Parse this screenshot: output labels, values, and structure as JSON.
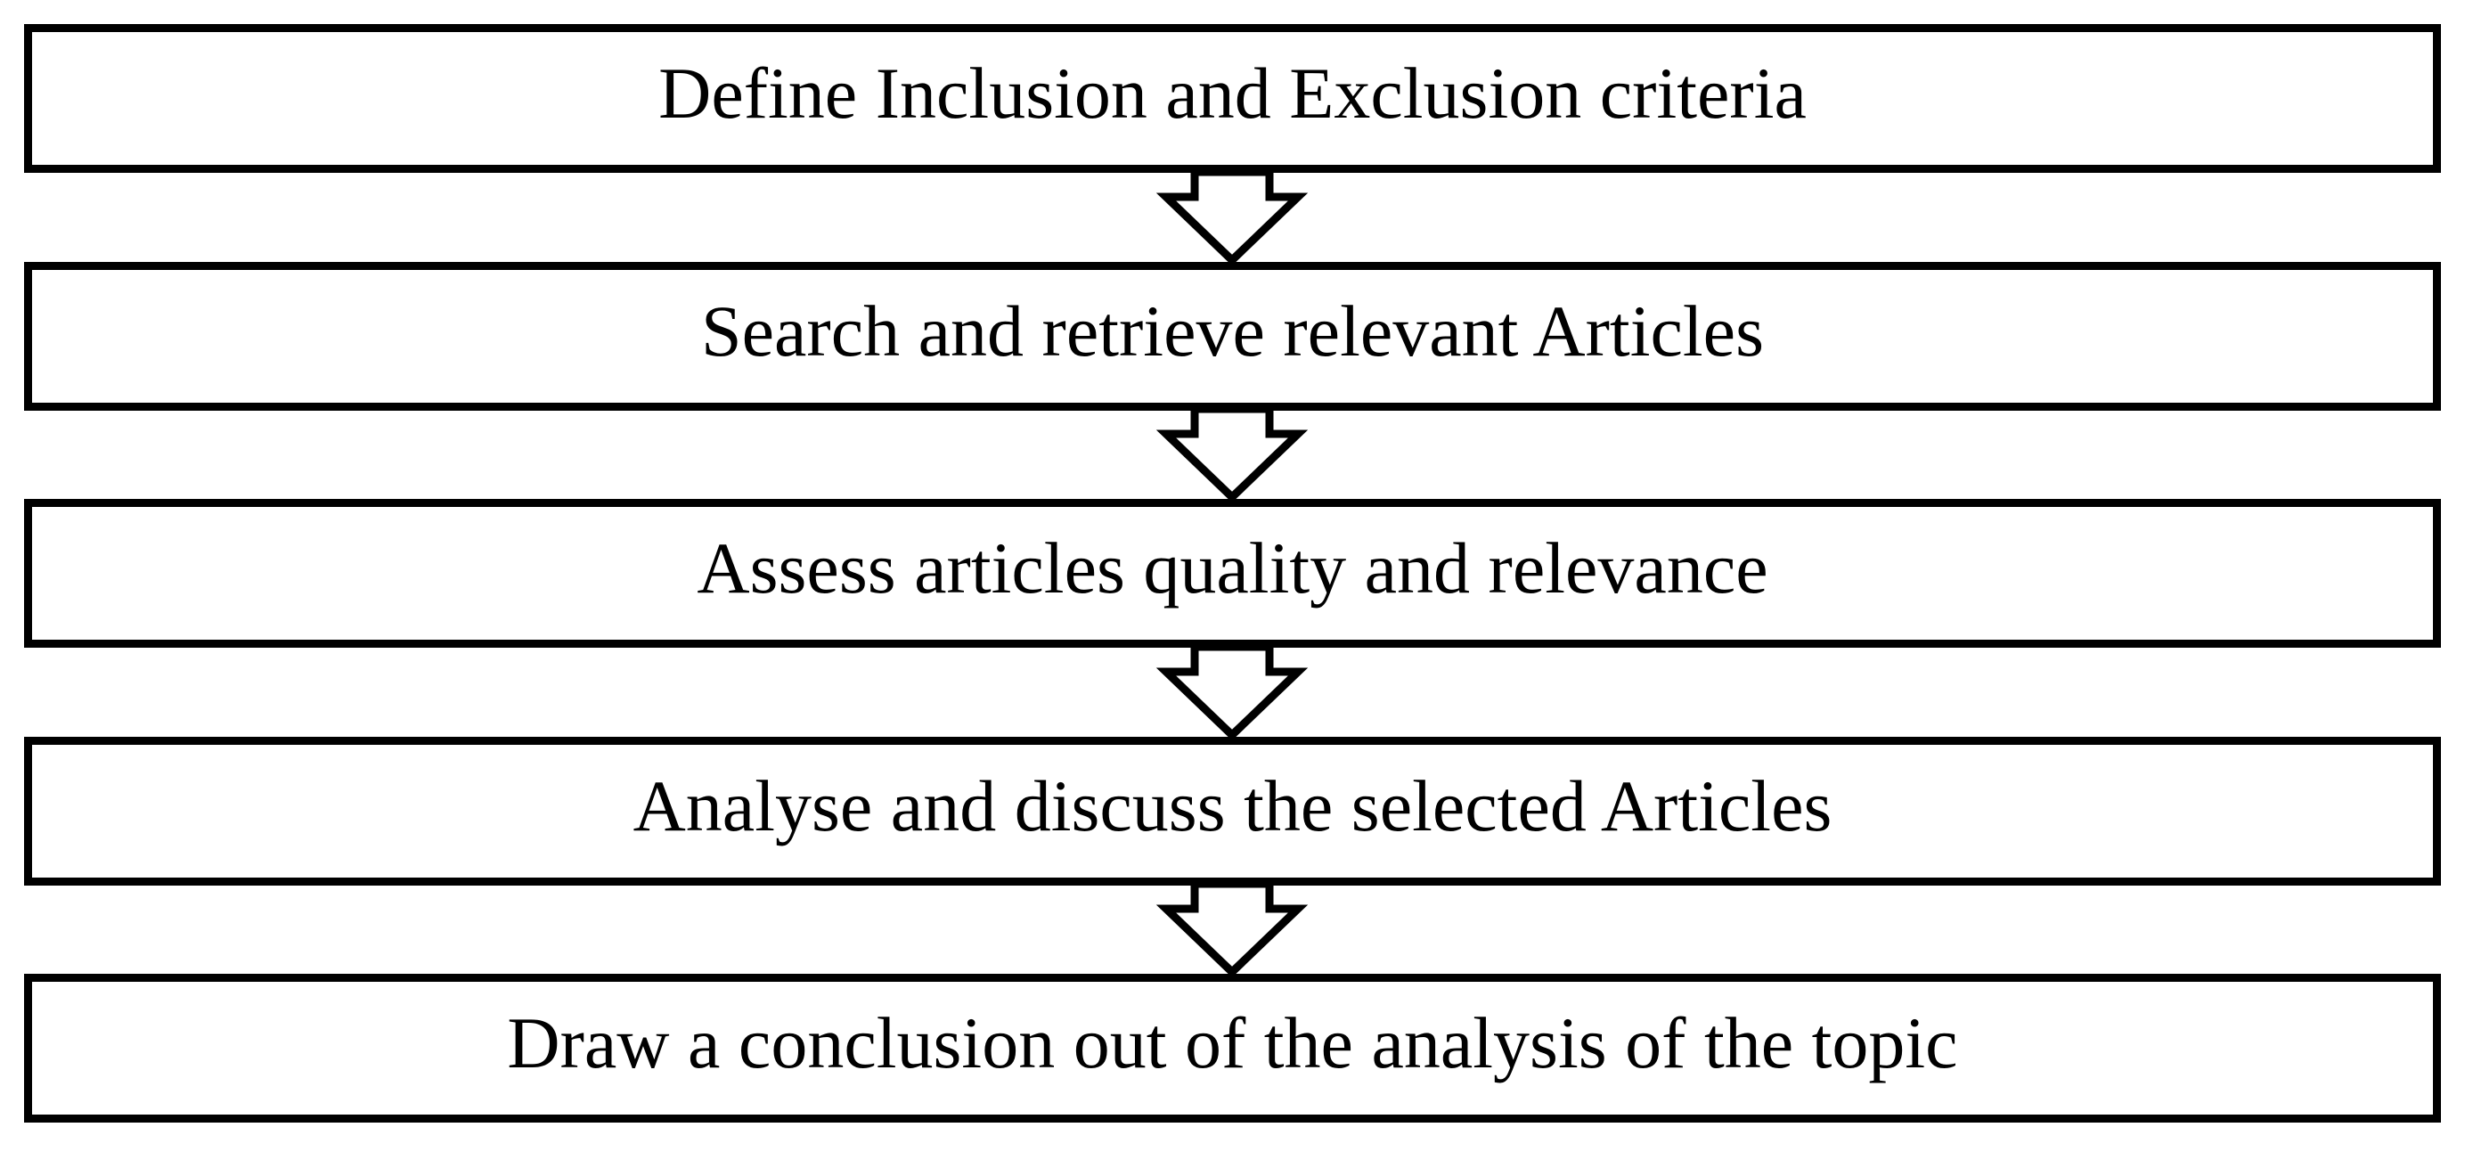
{
  "diagram": {
    "steps": [
      {
        "label": "Define Inclusion and Exclusion criteria"
      },
      {
        "label": "Search and retrieve relevant Articles"
      },
      {
        "label": "Assess articles quality and relevance"
      },
      {
        "label": "Analyse and discuss the selected Articles"
      },
      {
        "label": "Draw a conclusion out of the analysis of the topic"
      }
    ],
    "connectors": [
      {
        "from": 1,
        "to": 2,
        "icon": "down-arrow-icon"
      },
      {
        "from": 2,
        "to": 3,
        "icon": "down-arrow-icon"
      },
      {
        "from": 3,
        "to": 4,
        "icon": "down-arrow-icon"
      },
      {
        "from": 4,
        "to": 5,
        "icon": "down-arrow-icon"
      }
    ],
    "colors": {
      "stroke": "#000000",
      "fill": "#ffffff",
      "text": "#000000"
    }
  }
}
